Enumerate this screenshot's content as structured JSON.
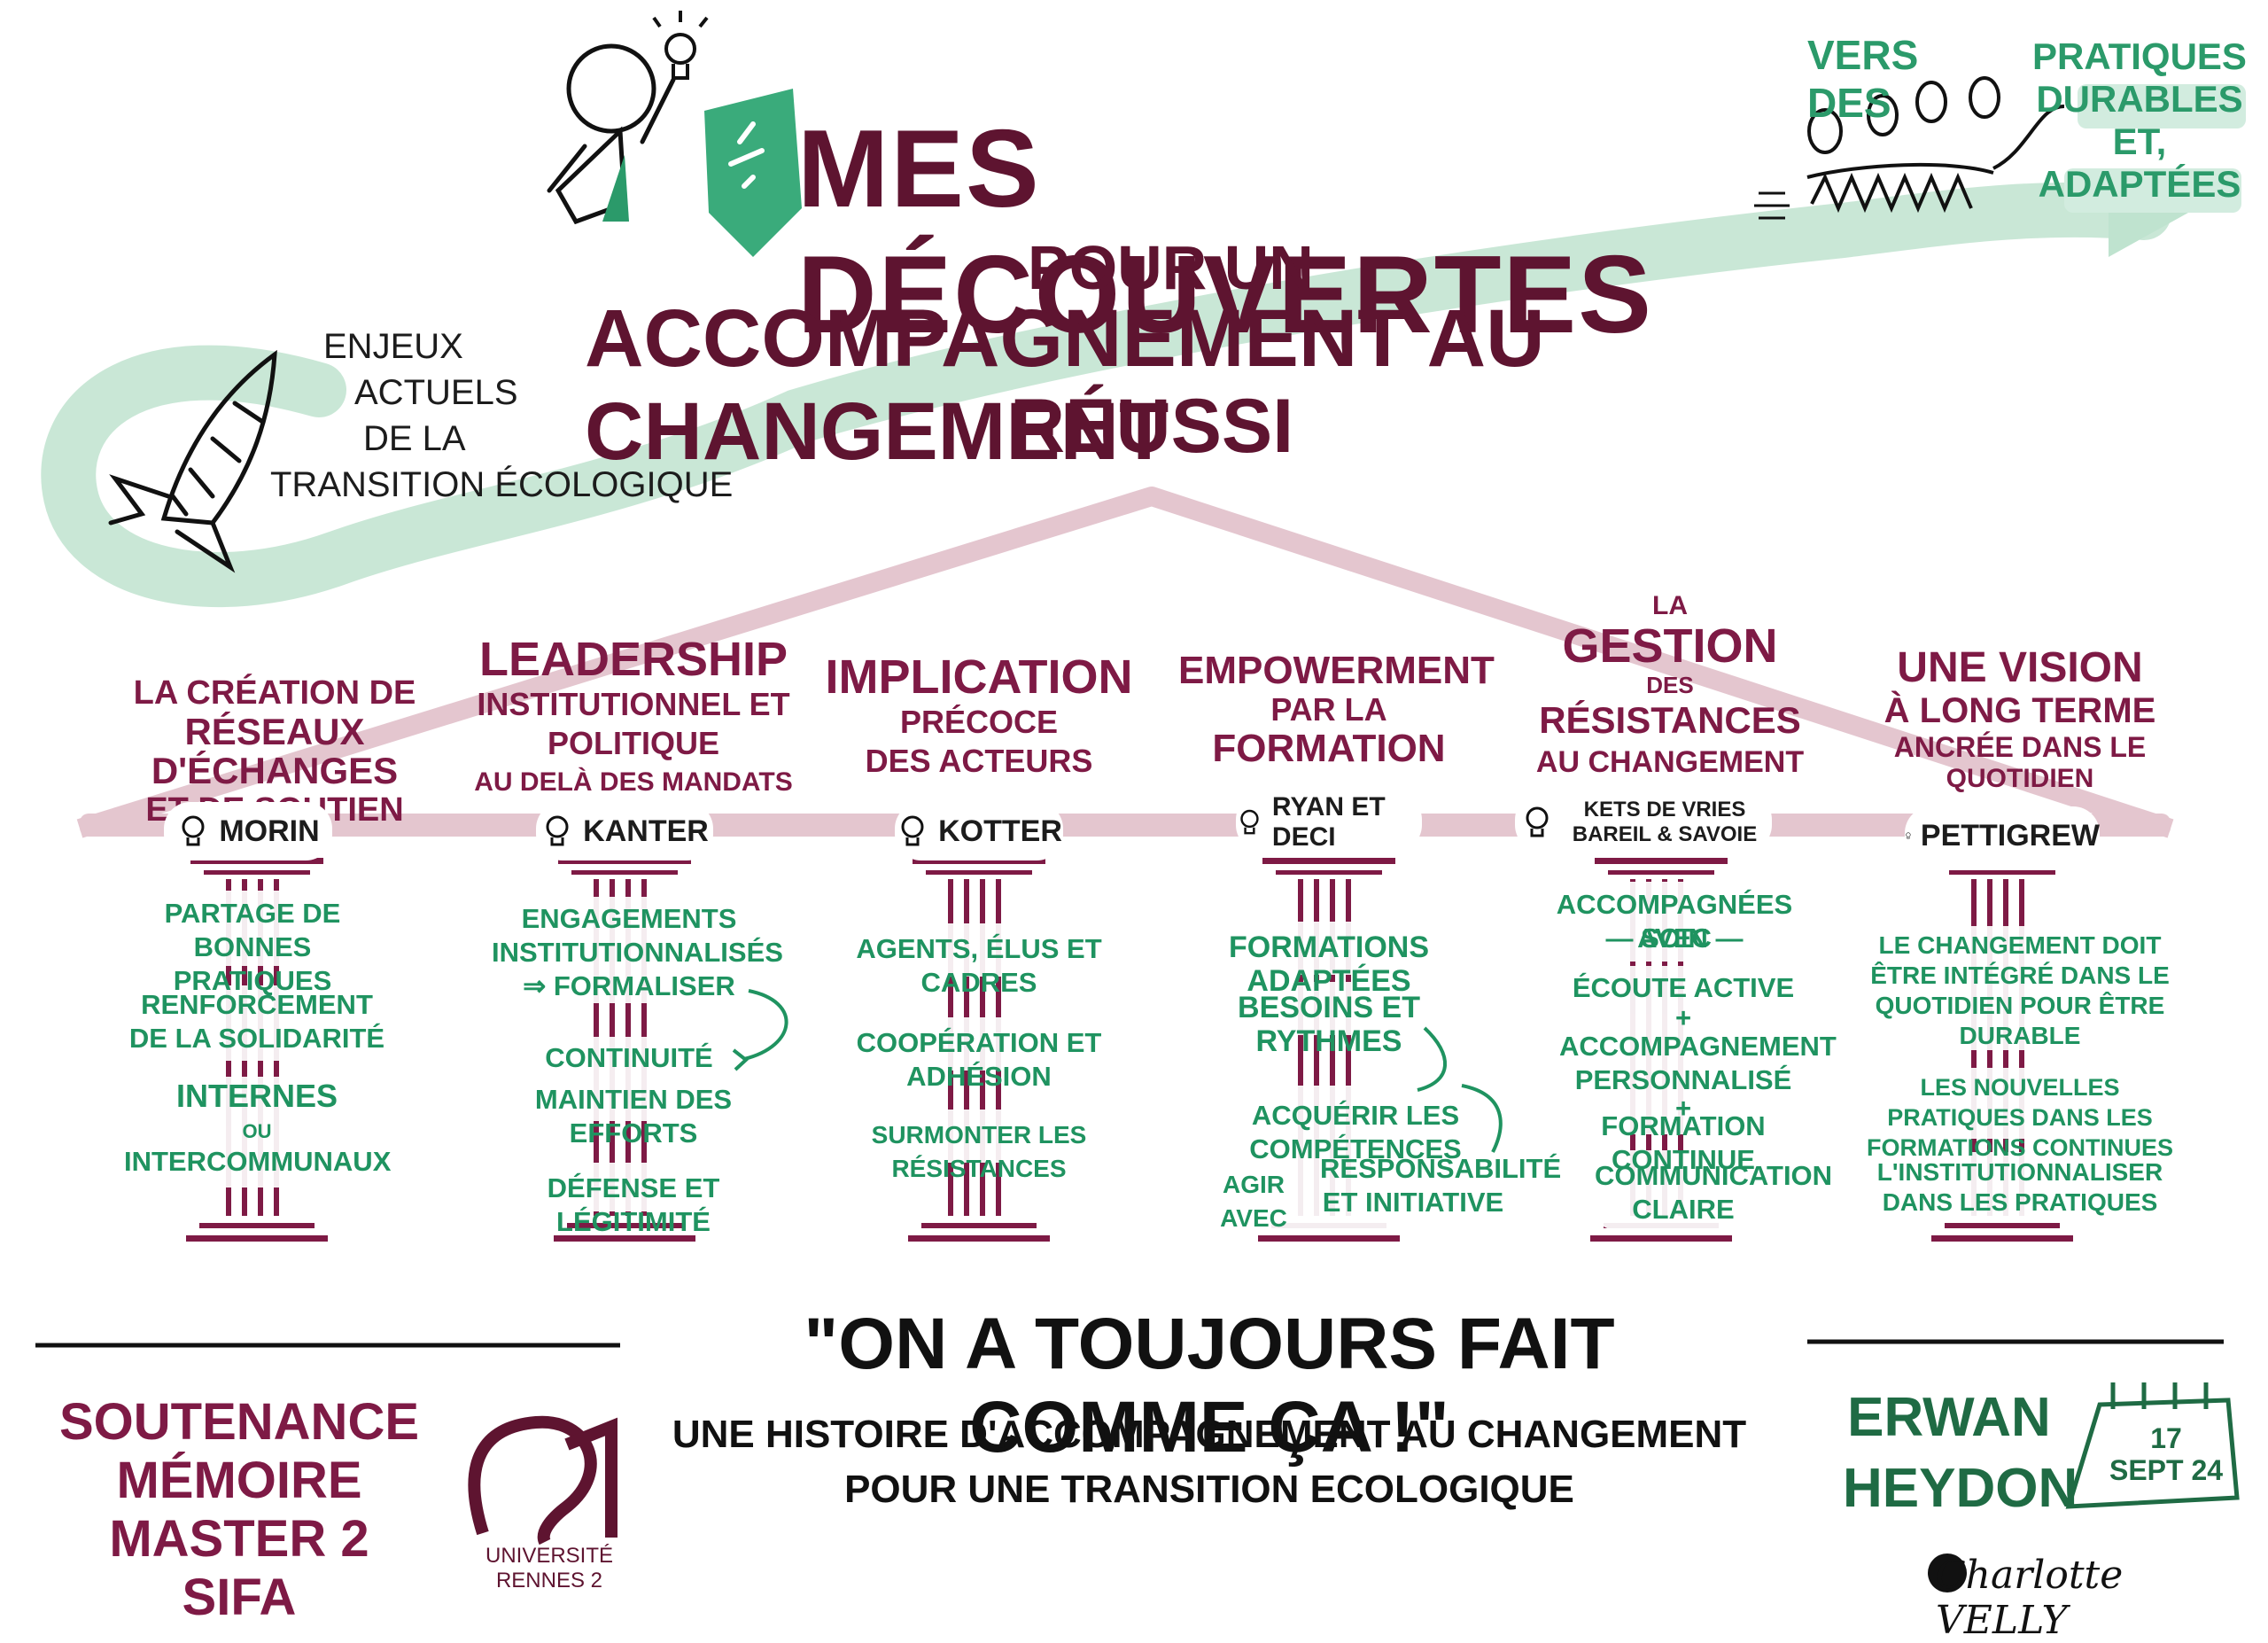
{
  "header": {
    "title": "MES DÉCOUVERTES",
    "subtitle_line1": "POUR UN",
    "subtitle_line2": "ACCOMPAGNEMENT AU CHANGEMENT",
    "subtitle_line3": "RÉUSSI"
  },
  "left_note": {
    "lines": [
      "ENJEUX",
      "ACTUELS",
      "DE LA",
      "TRANSITION ÉCOLOGIQUE"
    ]
  },
  "top_right": {
    "vers": "VERS DES",
    "pratiques_lines": [
      "PRATIQUES",
      "DURABLES",
      "ET,",
      "ADAPTÉES"
    ]
  },
  "pillars": [
    {
      "title_lines": [
        "LA CRÉATION DE",
        "RÉSEAUX D'ÉCHANGES",
        "ET DE SOUTIEN"
      ],
      "author": "MORIN",
      "items": [
        "PARTAGE DE BONNES PRATIQUES",
        "RENFORCEMENT DE LA SOLIDARITÉ",
        "INTERNES",
        "OU",
        "INTERCOMMUNAUX"
      ]
    },
    {
      "title_lines": [
        "LEADERSHIP",
        "INSTITUTIONNEL ET",
        "POLITIQUE",
        "AU DELÀ DES MANDATS"
      ],
      "author": "KANTER",
      "items": [
        "ENGAGEMENTS INSTITUTIONNALISÉS",
        "⇒ FORMALISER",
        "CONTINUITÉ",
        "MAINTIEN DES EFFORTS",
        "DÉFENSE ET LÉGITIMITÉ"
      ]
    },
    {
      "title_lines": [
        "IMPLICATION",
        "PRÉCOCE",
        "DES ACTEURS"
      ],
      "author": "KOTTER",
      "items": [
        "AGENTS, ÉLUS ET CADRES",
        "COOPÉRATION ET ADHÉSION",
        "SURMONTER LES RÉSISTANCES"
      ]
    },
    {
      "title_lines": [
        "EMPOWERMENT",
        "PAR LA",
        "FORMATION"
      ],
      "author": "RYAN ET DECI",
      "items": [
        "FORMATIONS ADAPTÉES",
        "BESOINS ET RYTHMES",
        "ACQUÉRIR LES COMPÉTENCES",
        "AGIR AVEC",
        "RESPONSABILITÉ ET INITIATIVE"
      ]
    },
    {
      "title_lines": [
        "LA",
        "GESTION",
        "DES",
        "RÉSISTANCES",
        "AU CHANGEMENT"
      ],
      "author": "KETS DE VRIES BAREIL & SAVOIE",
      "items": [
        "ACCOMPAGNÉES AVEC",
        "— SOIN —",
        "ÉCOUTE ACTIVE",
        "+",
        "ACCOMPAGNEMENT PERSONNALISÉ",
        "+",
        "FORMATION CONTINUE",
        "COMMUNICATION CLAIRE"
      ]
    },
    {
      "title_lines": [
        "UNE VISION",
        "À LONG TERME",
        "ANCRÉE DANS LE",
        "QUOTIDIEN"
      ],
      "author": "PETTIGREW",
      "items": [
        "LE CHANGEMENT DOIT ÊTRE INTÉGRÉ DANS LE QUOTIDIEN POUR ÊTRE DURABLE",
        "LES NOUVELLES PRATIQUES DANS LES FORMATIONS CONTINUES",
        "L'INSTITUTIONNALISER DANS LES PRATIQUES"
      ]
    }
  ],
  "quote": {
    "main": "\"ON A TOUJOURS FAIT COMME ÇA !\"",
    "sub_line1": "UNE HISTOIRE D'ACCOMPAGNEMENT AU CHANGEMENT",
    "sub_line2": "POUR UNE TRANSITION ECOLOGIQUE"
  },
  "footer": {
    "soutenance_lines": [
      "SOUTENANCE",
      "MÉMOIRE",
      "MASTER 2  SIFA"
    ],
    "university_lines": [
      "UNIVERSITÉ",
      "RENNES 2"
    ],
    "author_lines": [
      "ERWAN",
      "HEYDON"
    ],
    "date_lines": [
      "17",
      "SEPT 24"
    ],
    "signature": "Charlotte VELLY"
  },
  "colors": {
    "burgundy": "#7e1a45",
    "dark_burgundy": "#5e1430",
    "green": "#1f9360",
    "pale_green": "#9fd3b7",
    "pale_pink": "#e4c6cf"
  }
}
